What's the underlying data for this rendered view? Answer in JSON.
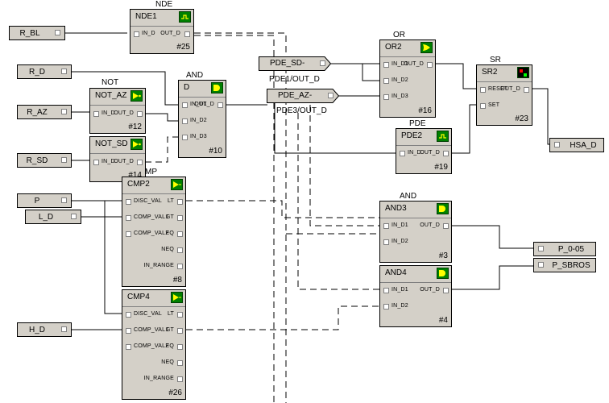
{
  "inputs": {
    "r_bl": "R_BL",
    "r_d": "R_D",
    "r_az": "R_AZ",
    "r_sd": "R_SD",
    "p": "P",
    "l_d": "L_D",
    "h_d": "H_D",
    "pde_sd": "PDE_SD-",
    "pde_az": "PDE_AZ-"
  },
  "outputs": {
    "hsa_d": "HSA_D",
    "p_0_05": "P_0-05",
    "p_sbros": "P_SBROS"
  },
  "type_labels": {
    "nde": "NDE",
    "not1": "NOT",
    "not2": "NOT",
    "and1": "AND",
    "or": "OR",
    "sr": "SR",
    "pde": "PDE",
    "and3": "AND",
    "and4": "AND",
    "cmp_top": "MP",
    "cmp_mid": "CMP"
  },
  "wire_labels": {
    "pde1": "PDE1/OUT_D",
    "pde3": "PDE3/OUT_D"
  },
  "blocks": {
    "nde1": {
      "name": "NDE1",
      "num": "#25",
      "ports": [
        "IN_D",
        "OUT_D"
      ]
    },
    "not_az": {
      "name": "NOT_AZ",
      "num": "#12",
      "ports": [
        "IN_D",
        "OUT_D"
      ]
    },
    "not_sd": {
      "name": "NOT_SD",
      "num": "#14",
      "ports": [
        "IN_D",
        "OUT_D"
      ]
    },
    "d": {
      "name": "D",
      "num": "#10",
      "ports": [
        "IN_D1",
        "OUT_D",
        "IN_D2",
        "IN_D3"
      ]
    },
    "or2": {
      "name": "OR2",
      "num": "#16",
      "ports": [
        "IN_D1",
        "OUT_D",
        "IN_D2",
        "IN_D3"
      ]
    },
    "sr2": {
      "name": "SR2",
      "num": "#23",
      "ports": [
        "RESET",
        "OUT_D",
        "SET"
      ]
    },
    "pde2": {
      "name": "PDE2",
      "num": "#19",
      "ports": [
        "IN_D",
        "OUT_D"
      ]
    },
    "cmp2": {
      "name": "CMP2",
      "num": "#8",
      "ports": [
        "DISC_VAL",
        "LT",
        "COMP_VAL1",
        "GT",
        "COMP_VAL2",
        "EQ",
        "NEQ",
        "IN_RANGE"
      ]
    },
    "cmp4": {
      "name": "CMP4",
      "num": "#26",
      "ports": [
        "DISC_VAL",
        "LT",
        "COMP_VAL1",
        "GT",
        "COMP_VAL2",
        "EQ",
        "NEQ",
        "IN_RANGE"
      ]
    },
    "and3": {
      "name": "AND3",
      "num": "#3",
      "ports": [
        "IN_D1",
        "OUT_D",
        "IN_D2"
      ]
    },
    "and4": {
      "name": "AND4",
      "num": "#4",
      "ports": [
        "IN_D1",
        "OUT_D",
        "IN_D2"
      ]
    }
  },
  "colors": {
    "block_face": "#d4d0c8",
    "icon_green": "#008000",
    "wire": "#000000"
  }
}
